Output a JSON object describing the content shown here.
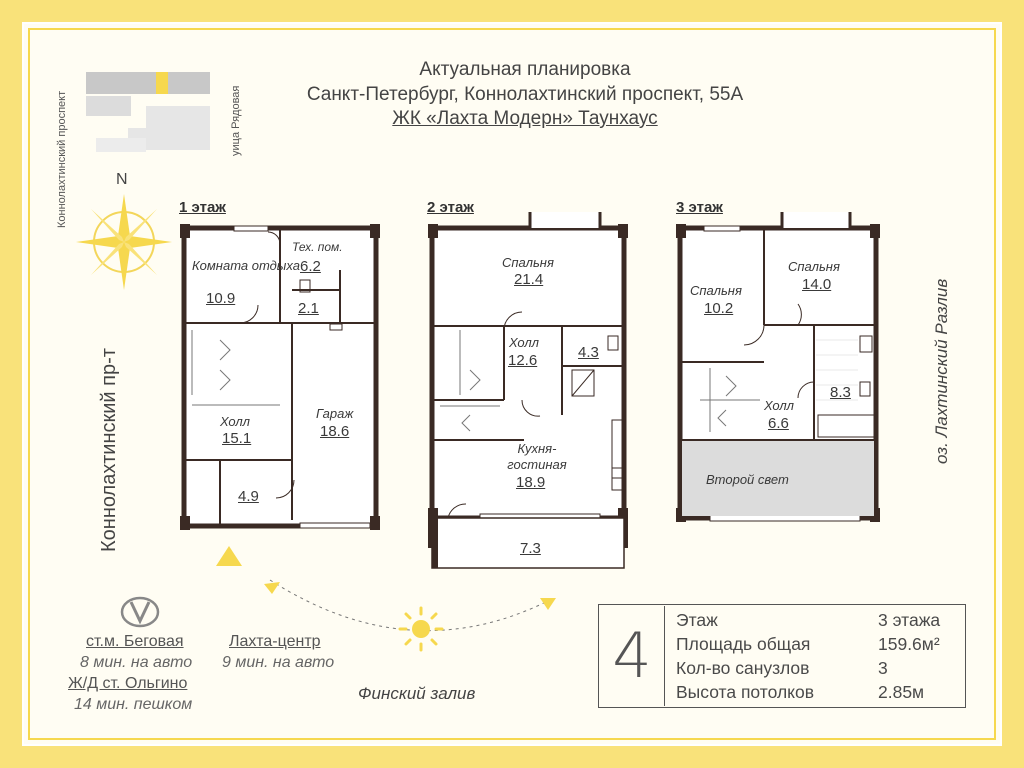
{
  "header": {
    "line1": "Актуальная планировка",
    "line2": "Санкт-Петербург, Коннолахтинский проспект, 55А",
    "line3": "ЖК «Лахта Модерн» Таунхаус"
  },
  "minimap": {
    "street_left": "Коннолахтинский проспект",
    "street_right": "уица Рядовая"
  },
  "compass": {
    "north": "N"
  },
  "street_main": "Коннолахтинский пр-т",
  "lake": "оз. Лахтинский Разлив",
  "floors": {
    "f1": {
      "label": "1 этаж",
      "rooms": [
        {
          "name": "Комната отдыха",
          "area": "10.9"
        },
        {
          "name": "Тех. пом.",
          "area": "6.2"
        },
        {
          "name": "",
          "area": "2.1"
        },
        {
          "name": "Холл",
          "area": "15.1"
        },
        {
          "name": "Гараж",
          "area": "18.6"
        },
        {
          "name": "",
          "area": "4.9"
        }
      ]
    },
    "f2": {
      "label": "2 этаж",
      "rooms": [
        {
          "name": "Спальня",
          "area": "21.4"
        },
        {
          "name": "Холл",
          "area": "12.6"
        },
        {
          "name": "",
          "area": "4.3"
        },
        {
          "name": "Кухня-гостиная",
          "area": "18.9"
        },
        {
          "name": "",
          "area": "7.3"
        }
      ]
    },
    "f3": {
      "label": "3 этаж",
      "rooms": [
        {
          "name": "Спальня",
          "area": "10.2"
        },
        {
          "name": "Спальня",
          "area": "14.0"
        },
        {
          "name": "Холл",
          "area": "6.6"
        },
        {
          "name": "",
          "area": "8.3"
        },
        {
          "name": "Второй свет",
          "area": ""
        }
      ]
    }
  },
  "transport": {
    "metro_name": "ст.м. Беговая",
    "metro_time": "8 мин. на авто",
    "rail_name": "Ж/Д ст. Ольгино",
    "rail_time": "14 мин. пешком",
    "lakhta_name": "Лахта-центр",
    "lakhta_time": "9 мин. на авто"
  },
  "sea": "Финский залив",
  "info": {
    "rooms_count": "4",
    "rows": [
      {
        "label": "Этаж",
        "value": "3 этажа"
      },
      {
        "label": "Площадь общая",
        "value": "159.6м²"
      },
      {
        "label": "Кол-во санузлов",
        "value": "3"
      },
      {
        "label": "Высота потолков",
        "value": "2.85м"
      }
    ]
  },
  "colors": {
    "frame": "#f9e27a",
    "accent": "#f6d84e",
    "wall": "#3a2a24",
    "second_light": "#dcdcdc"
  }
}
